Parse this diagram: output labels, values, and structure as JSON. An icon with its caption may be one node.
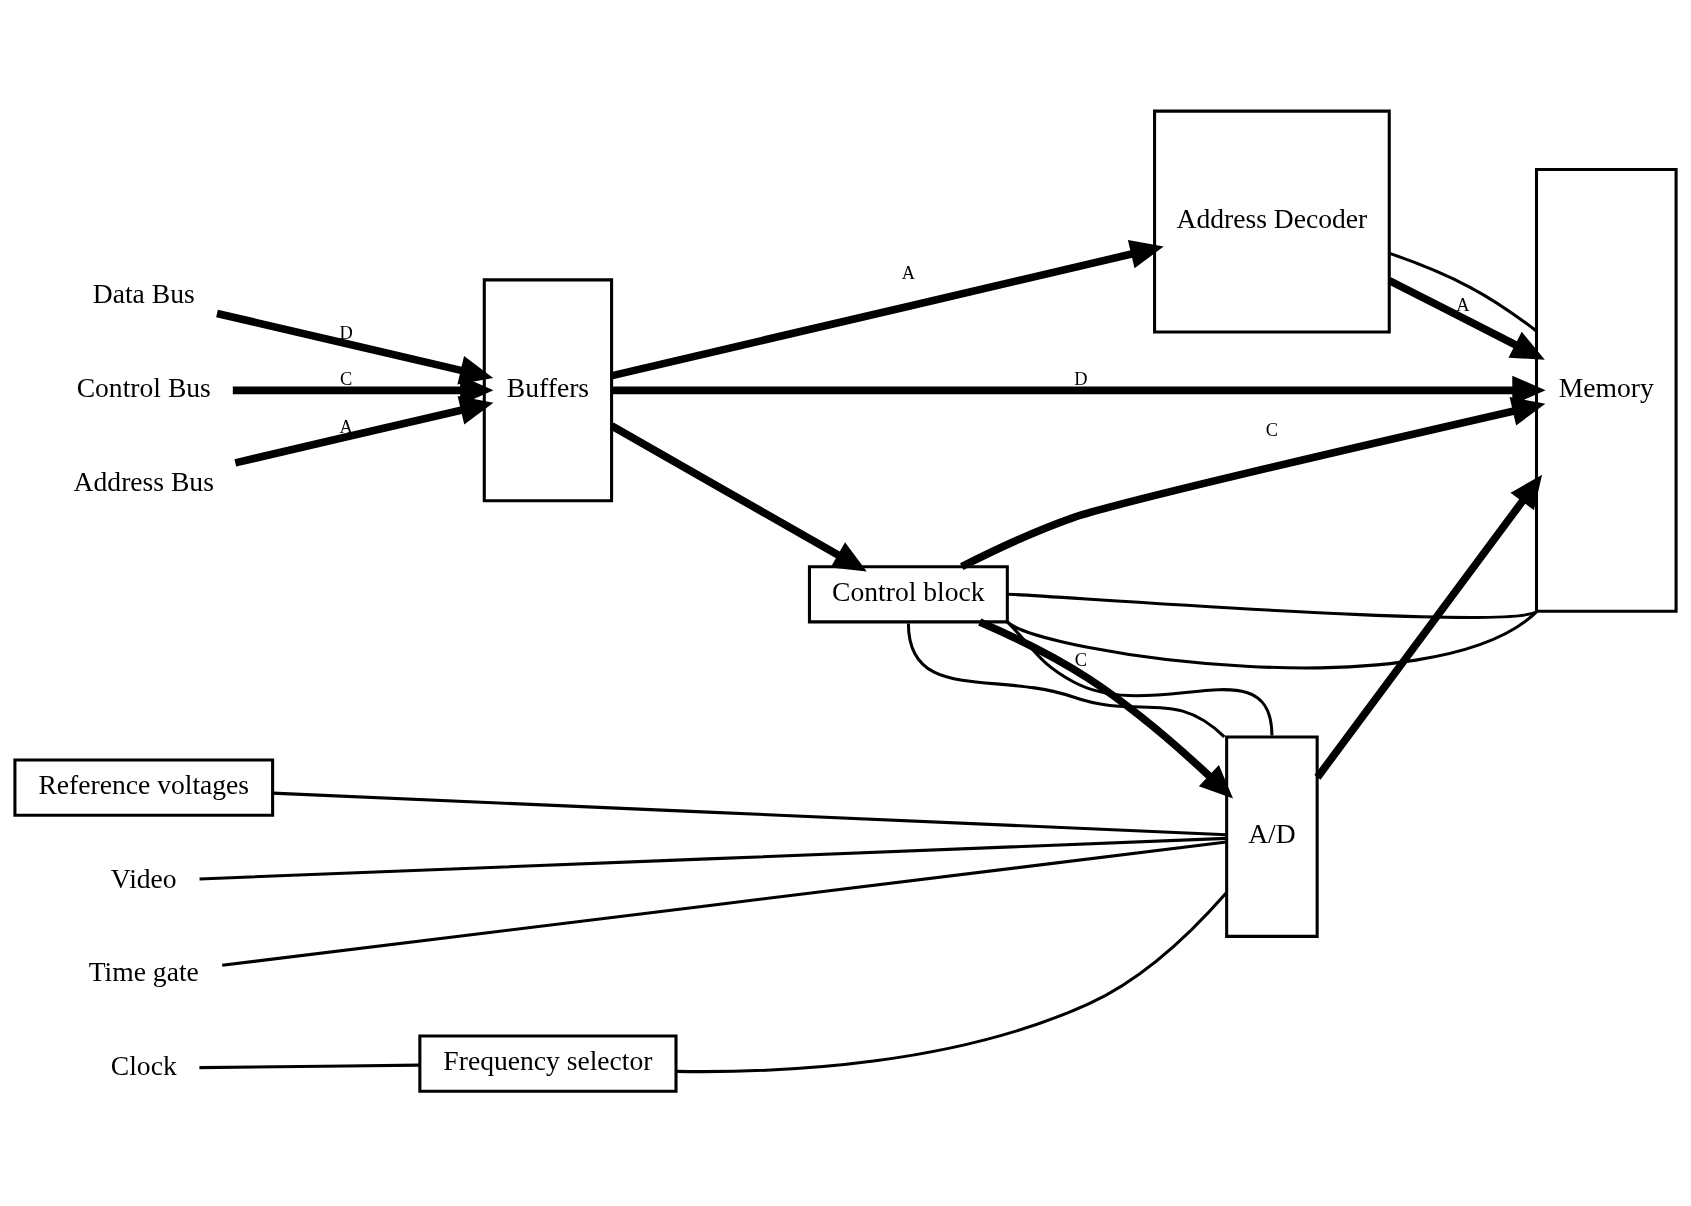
{
  "diagram": {
    "nodes": [
      {
        "text": [
          "Reference voltages"
        ]
      },
      {
        "text": [
          "A/D"
        ]
      },
      {
        "text": [
          "Memory"
        ]
      },
      {
        "text": [
          "Video"
        ]
      },
      {
        "text": [
          "Time gate"
        ]
      },
      {
        "text": [
          "Clock"
        ]
      },
      {
        "text": [
          "Frequency selector"
        ]
      },
      {
        "text": [
          "Control block"
        ]
      },
      {
        "text": [
          "Control Bus"
        ]
      },
      {
        "text": [
          "Address Bus"
        ]
      },
      {
        "text": [
          "Data Bus"
        ]
      },
      {
        "text": [
          "Buffers"
        ]
      },
      {
        "text": [
          "Address Decoder"
        ]
      }
    ],
    "edges": [
      {
        "from": 0,
        "to": 1,
        "arrow": "none"
      },
      {
        "from": 3,
        "to": 1,
        "arrow": "none"
      },
      {
        "from": 4,
        "to": 1,
        "arrow": "none"
      },
      {
        "from": 5,
        "to": 6,
        "arrow": "none"
      },
      {
        "from": 6,
        "to": 1,
        "arrow": "none"
      },
      {
        "from": 7,
        "to": 1,
        "arrow": "to",
        "label": "C",
        "style": "thick"
      },
      {
        "from": 7,
        "to": 2,
        "arrow": "to",
        "label": "C",
        "style": "thick"
      },
      {
        "from": 7,
        "to": 1,
        "arrow": "none"
      },
      {
        "from": 7,
        "to": 1,
        "arrow": "none"
      },
      {
        "from": 7,
        "to": 2,
        "arrow": "none"
      },
      {
        "from": 7,
        "to": 2,
        "arrow": "none"
      },
      {
        "from": 1,
        "to": 2,
        "arrow": "to",
        "style": "thick"
      },
      {
        "from": 11,
        "to": 7,
        "arrow": "to",
        "style": "thick"
      },
      {
        "from": 8,
        "to": 11,
        "arrow": "to",
        "label": "C",
        "style": "thick"
      },
      {
        "from": 9,
        "to": 11,
        "arrow": "to",
        "label": "A",
        "style": "thick"
      },
      {
        "from": 10,
        "to": 11,
        "arrow": "to",
        "label": "D",
        "style": "thick"
      },
      {
        "from": 11,
        "to": 12,
        "arrow": "to",
        "label": "A",
        "style": "thick"
      },
      {
        "from": 12,
        "to": 2,
        "arrow": "to",
        "label": "A",
        "style": "thick"
      },
      {
        "from": 12,
        "to": 2,
        "arrow": "none"
      },
      {
        "from": 11,
        "to": 2,
        "arrow": "to",
        "label": "D",
        "style": "thick"
      }
    ]
  }
}
